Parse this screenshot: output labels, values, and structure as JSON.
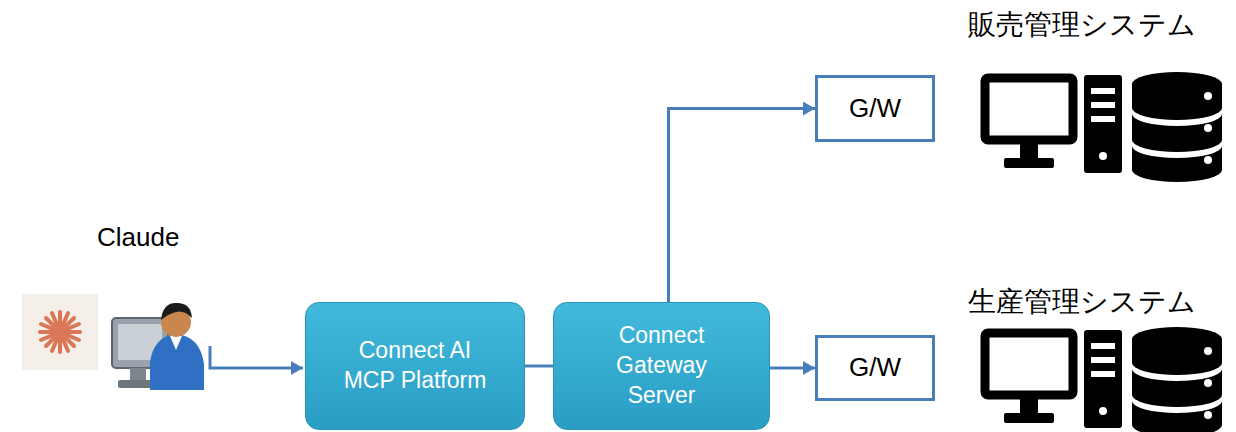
{
  "diagram": {
    "nodes": [
      {
        "text": [
          "Connect AI MCP Platform"
        ]
      },
      {
        "text": [
          "Connect Gateway Server"
        ]
      },
      {
        "text": [
          "G/W"
        ]
      },
      {
        "text": [
          "G/W"
        ]
      }
    ],
    "edges": [
      {
        "from": 0,
        "to": 1,
        "arrow": "none"
      },
      {
        "from": 1,
        "to": 2,
        "arrow": "to"
      },
      {
        "from": 1,
        "to": 3,
        "arrow": "to"
      }
    ],
    "labels": [
      "Claude",
      "販売管理システム",
      "生産管理システム"
    ]
  }
}
